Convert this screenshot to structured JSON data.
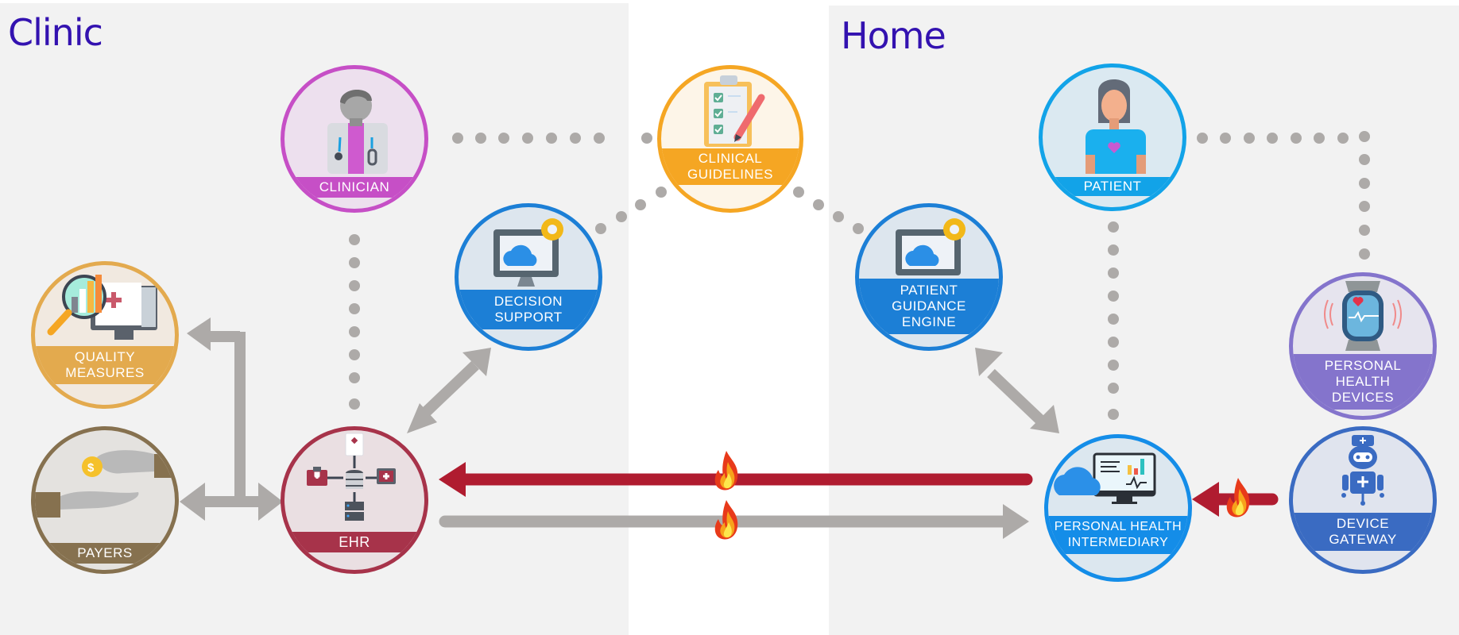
{
  "regions": {
    "clinic": {
      "title": "Clinic"
    },
    "home": {
      "title": "Home"
    }
  },
  "nodes": {
    "clinician": {
      "label": "CLINICIAN",
      "icon": "doctor-icon",
      "color": "#c64fc6",
      "fill": "#ede0ee"
    },
    "clinical_guidelines": {
      "label_line1": "CLINICAL",
      "label_line2": "GUIDELINES",
      "icon": "clipboard-checklist-icon",
      "color": "#f5a623",
      "fill": "#fdf5e8"
    },
    "decision_support": {
      "label_line1": "DECISION",
      "label_line2": "SUPPORT",
      "icon": "cloud-monitor-gear-icon",
      "color": "#1c7fd6",
      "fill": "#dde6ee"
    },
    "patient_guidance_engine": {
      "label_line1": "PATIENT",
      "label_line2": "GUIDANCE",
      "label_line3": "ENGINE",
      "icon": "cloud-monitor-gear-icon",
      "color": "#1c7fd6",
      "fill": "#dde6ee"
    },
    "patient": {
      "label": "PATIENT",
      "icon": "patient-icon",
      "color": "#12a3e8",
      "fill": "#dbe9f1"
    },
    "quality_measures": {
      "label_line1": "QUALITY",
      "label_line2": "MEASURES",
      "icon": "magnifier-chart-icon",
      "color": "#e3aa4e",
      "fill": "#f1e9e0"
    },
    "payers": {
      "label": "PAYERS",
      "icon": "payment-hands-icon",
      "color": "#86714f",
      "fill": "#e4e2df"
    },
    "ehr": {
      "label": "EHR",
      "icon": "database-network-icon",
      "color": "#a7334a",
      "fill": "#eadfe2"
    },
    "personal_health_intermediary": {
      "label_line1": "PERSONAL HEALTH",
      "label_line2": "INTERMEDIARY",
      "icon": "cloud-dashboard-icon",
      "color": "#148de8",
      "fill": "#dce7ef"
    },
    "personal_health_devices": {
      "label_line1": "PERSONAL",
      "label_line2": "HEALTH",
      "label_line3": "DEVICES",
      "icon": "smartwatch-heart-icon",
      "color": "#8474cc",
      "fill": "#e6e4ee"
    },
    "device_gateway": {
      "label_line1": "DEVICE",
      "label_line2": "GATEWAY",
      "icon": "robot-nurse-icon",
      "color": "#3a6bc2",
      "fill": "#e0e4ee"
    }
  },
  "connections": [
    {
      "from": "ehr",
      "to": "quality_measures",
      "style": "solid-gray-arrow",
      "direction": "to"
    },
    {
      "from": "ehr",
      "to": "payers",
      "style": "solid-gray-arrow",
      "direction": "both"
    },
    {
      "from": "ehr",
      "to": "decision_support",
      "style": "solid-gray-arrow",
      "direction": "both"
    },
    {
      "from": "personal_health_intermediary",
      "to": "patient_guidance_engine",
      "style": "solid-gray-arrow",
      "direction": "both"
    },
    {
      "from": "personal_health_intermediary",
      "to": "ehr",
      "style": "solid-red-arrow",
      "direction": "to",
      "marker": "flame-icon"
    },
    {
      "from": "ehr",
      "to": "personal_health_intermediary",
      "style": "solid-gray-arrow",
      "direction": "to",
      "marker": "flame-icon"
    },
    {
      "from": "device_gateway",
      "to": "personal_health_intermediary",
      "style": "solid-red-arrow",
      "direction": "to",
      "marker": "flame-icon"
    },
    {
      "from": "clinician",
      "to": "clinical_guidelines",
      "style": "dotted"
    },
    {
      "from": "clinician",
      "to": "ehr",
      "style": "dotted"
    },
    {
      "from": "decision_support",
      "to": "clinical_guidelines",
      "style": "dotted"
    },
    {
      "from": "clinical_guidelines",
      "to": "patient_guidance_engine",
      "style": "dotted"
    },
    {
      "from": "patient",
      "to": "personal_health_intermediary",
      "style": "dotted"
    },
    {
      "from": "patient",
      "to": "personal_health_devices",
      "style": "dotted"
    }
  ],
  "colors": {
    "title": "#3312b0",
    "panel": "#f2f2f2",
    "gray_arrow": "#adaaa8",
    "red_arrow": "#b01c30",
    "dot": "#adaaa8"
  }
}
